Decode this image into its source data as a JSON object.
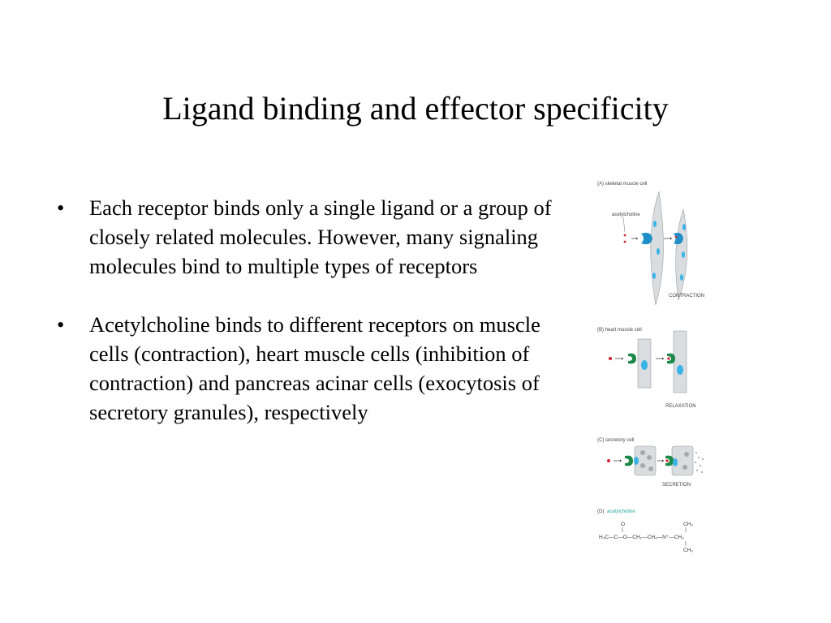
{
  "slide": {
    "title": "Ligand binding and effector specificity",
    "bullets": [
      "Each receptor binds only a single ligand or a group of closely related molecules. However, many signaling molecules bind to multiple types of receptors",
      "Acetylcholine binds to different receptors on muscle cells (contraction), heart muscle cells (inhibition of contraction) and pancreas acinar cells (exocytosis of secretory granules), respectively"
    ],
    "bullet_symbol": "•"
  },
  "figure": {
    "panel_a": {
      "title": "(A) skeletal muscle cell",
      "ligand_label": "acetylcholine",
      "outcome": "CONTRACTION"
    },
    "panel_b": {
      "title": "(B) heart muscle cell",
      "outcome": "RELAXATION"
    },
    "panel_c": {
      "title": "(C) secretory cell",
      "outcome": "SECRETION"
    },
    "panel_d": {
      "prefix": "(D)",
      "name": "acetylcholine",
      "o_top": "O",
      "formula_main": "H₃C—C—O—CH₂—CH₂—N⁺—CH₃",
      "ch3_top": "CH₃",
      "ch3_bottom": "CH₃"
    },
    "colors": {
      "cell": "#d9dde0",
      "receptor_a": "#1f8fc8",
      "receptor_green": "#1e8a4a",
      "nucleus": "#3ab3e6",
      "ligand": "#d42030",
      "granule": "#a8a8a8"
    }
  }
}
